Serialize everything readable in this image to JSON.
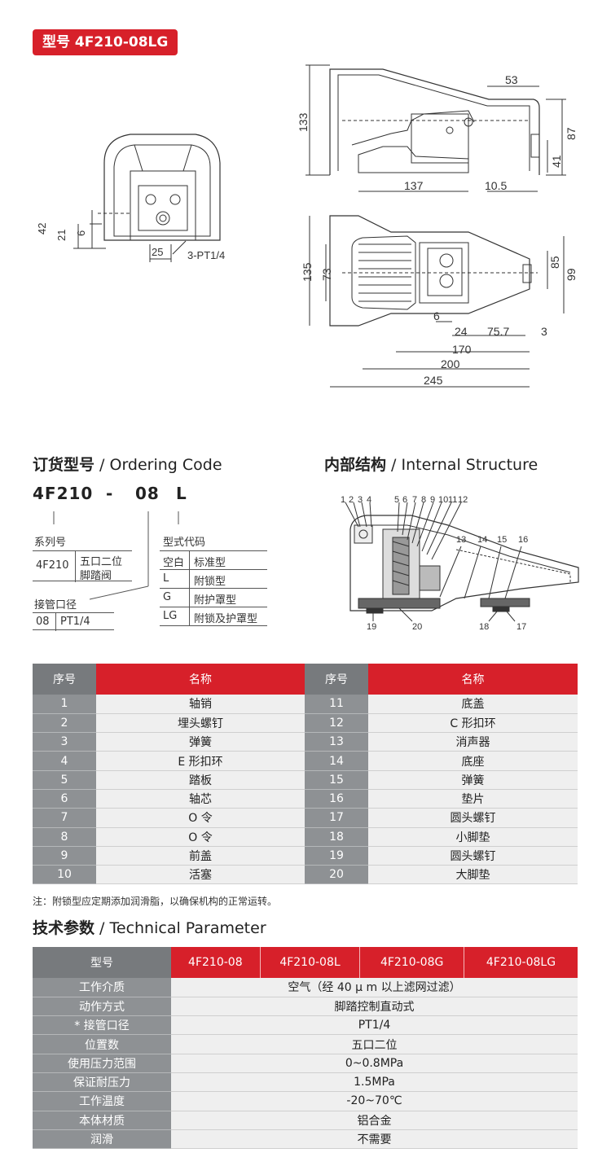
{
  "header": {
    "model_badge": "型号  4F210-08LG"
  },
  "drawing": {
    "dims_front": [
      "42",
      "21",
      "6",
      "25",
      "3-PT1/4"
    ],
    "dims_side": [
      "53",
      "133",
      "87",
      "41",
      "137",
      "10.5"
    ],
    "dims_top": [
      "135",
      "73",
      "85",
      "99",
      "6",
      "24",
      "75.7",
      "3",
      "170",
      "200",
      "245"
    ]
  },
  "ordering": {
    "title_cn": "订货型号",
    "title_en": " / Ordering Code",
    "code_parts": [
      "4F210",
      "-",
      "08",
      "L"
    ],
    "series_label": "系列号",
    "series_code": "4F210",
    "series_desc_1": "五口二位",
    "series_desc_2": "脚踏阀",
    "port_label": "接管口径",
    "port_code": "08",
    "port_desc": "PT1/4",
    "type_label": "型式代码",
    "types": [
      {
        "code": "空白",
        "desc": "标准型"
      },
      {
        "code": "L",
        "desc": "附锁型"
      },
      {
        "code": "G",
        "desc": "附护罩型"
      },
      {
        "code": "LG",
        "desc": "附锁及护罩型"
      }
    ]
  },
  "internal": {
    "title_cn": "内部结构",
    "title_en": " / Internal Structure",
    "top_labels": [
      "1",
      "2",
      "3",
      "4",
      "5",
      "6",
      "7",
      "8",
      "9",
      "10",
      "11",
      "12"
    ],
    "mid_labels": [
      "13",
      "14",
      "15",
      "16"
    ],
    "bottom_labels": [
      "19",
      "20",
      "18",
      "17"
    ]
  },
  "parts": {
    "headers": [
      "序号",
      "名称",
      "序号",
      "名称"
    ],
    "rows": [
      [
        "1",
        "轴销",
        "11",
        "底盖"
      ],
      [
        "2",
        "埋头螺钉",
        "12",
        "C 形扣环"
      ],
      [
        "3",
        "弹簧",
        "13",
        "消声器"
      ],
      [
        "4",
        "E 形扣环",
        "14",
        "底座"
      ],
      [
        "5",
        "踏板",
        "15",
        "弹簧"
      ],
      [
        "6",
        "轴芯",
        "16",
        "垫片"
      ],
      [
        "7",
        "O 令",
        "17",
        "圆头螺钉"
      ],
      [
        "8",
        "O 令",
        "18",
        "小脚垫"
      ],
      [
        "9",
        "前盖",
        "19",
        "圆头螺钉"
      ],
      [
        "10",
        "活塞",
        "20",
        "大脚垫"
      ]
    ]
  },
  "note": "注：附锁型应定期添加润滑脂，以确保机构的正常运转。",
  "tech": {
    "title_cn": "技术参数",
    "title_en": " / Technical Parameter",
    "header_label": "型号",
    "models": [
      "4F210-08",
      "4F210-08L",
      "4F210-08G",
      "4F210-08LG"
    ],
    "rows": [
      {
        "label": "工作介质",
        "value": "空气（经 40 μ m 以上滤网过滤）"
      },
      {
        "label": "动作方式",
        "value": "脚踏控制直动式"
      },
      {
        "label": "* 接管口径",
        "value": "PT1/4"
      },
      {
        "label": "位置数",
        "value": "五口二位"
      },
      {
        "label": "使用压力范围",
        "value": "0~0.8MPa"
      },
      {
        "label": "保证耐压力",
        "value": "1.5MPa"
      },
      {
        "label": "工作温度",
        "value": "-20~70℃"
      },
      {
        "label": "本体材质",
        "value": "铝合金"
      },
      {
        "label": "润滑",
        "value": "不需要"
      }
    ]
  },
  "colors": {
    "accent": "#d7202a",
    "header_gray": "#777a7d",
    "label_gray": "#8e9194",
    "cell_bg": "#efefef"
  }
}
